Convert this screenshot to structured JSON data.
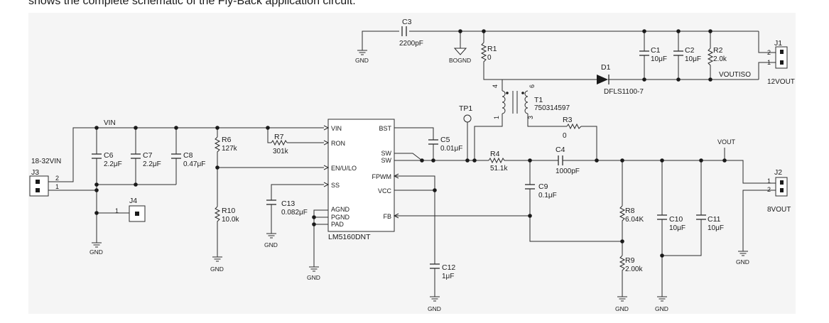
{
  "caption": "shows the complete schematic of the Fly-Back application circuit.",
  "ic": {
    "ref": "LM5160DNT",
    "pins": {
      "vin": "VIN",
      "ron": "RON",
      "en": "EN/U/LO",
      "ss": "SS",
      "agnd": "AGND",
      "pgnd": "PGND",
      "pad": "PAD",
      "bst": "BST",
      "sw1": "SW",
      "sw2": "SW",
      "fpwm": "FPWM",
      "vcc": "VCC",
      "fb": "FB"
    }
  },
  "nets": {
    "vin": "VIN",
    "vout": "VOUT",
    "voutiso": "VOUTISO",
    "bognd": "BOGND",
    "gnd": "GND"
  },
  "parts": {
    "c3": {
      "ref": "C3",
      "value": "2200pF"
    },
    "r1": {
      "ref": "R1",
      "value": "0"
    },
    "c1": {
      "ref": "C1",
      "value": "10μF"
    },
    "c2": {
      "ref": "C2",
      "value": "10μF"
    },
    "r2": {
      "ref": "R2",
      "value": "2.0k"
    },
    "j1": {
      "ref": "J1",
      "label": "12VOUT",
      "pin1": "1",
      "pin2": "2"
    },
    "d1": {
      "ref": "D1",
      "value": "DFLS1100-7"
    },
    "t1": {
      "ref": "T1",
      "value": "750314597",
      "p1": "1",
      "p3": "3",
      "p4": "4",
      "p6": "6"
    },
    "tp1": {
      "ref": "TP1"
    },
    "r3": {
      "ref": "R3",
      "value": "0"
    },
    "c5": {
      "ref": "C5",
      "value": "0.01μF"
    },
    "r4": {
      "ref": "R4",
      "value": "51.1k"
    },
    "c4": {
      "ref": "C4",
      "value": "1000pF"
    },
    "c9": {
      "ref": "C9",
      "value": "0.1μF"
    },
    "r8": {
      "ref": "R8",
      "value": "6.04K"
    },
    "r9": {
      "ref": "R9",
      "value": "2.00k"
    },
    "c10": {
      "ref": "C10",
      "value": "10μF"
    },
    "c11": {
      "ref": "C11",
      "value": "10μF"
    },
    "j2": {
      "ref": "J2",
      "label": "8VOUT",
      "pin1": "1",
      "pin2": "2"
    },
    "j3": {
      "ref": "J3",
      "label": "18-32VIN",
      "pin1": "1",
      "pin2": "2"
    },
    "j4": {
      "ref": "J4",
      "pin1": "1"
    },
    "c6": {
      "ref": "C6",
      "value": "2.2μF"
    },
    "c7": {
      "ref": "C7",
      "value": "2.2μF"
    },
    "c8": {
      "ref": "C8",
      "value": "0.47μF"
    },
    "r6": {
      "ref": "R6",
      "value": "127k"
    },
    "r7": {
      "ref": "R7",
      "value": "301k"
    },
    "r10": {
      "ref": "R10",
      "value": "10.0k"
    },
    "c13": {
      "ref": "C13",
      "value": "0.082μF"
    },
    "c12": {
      "ref": "C12",
      "value": "1μF"
    }
  }
}
